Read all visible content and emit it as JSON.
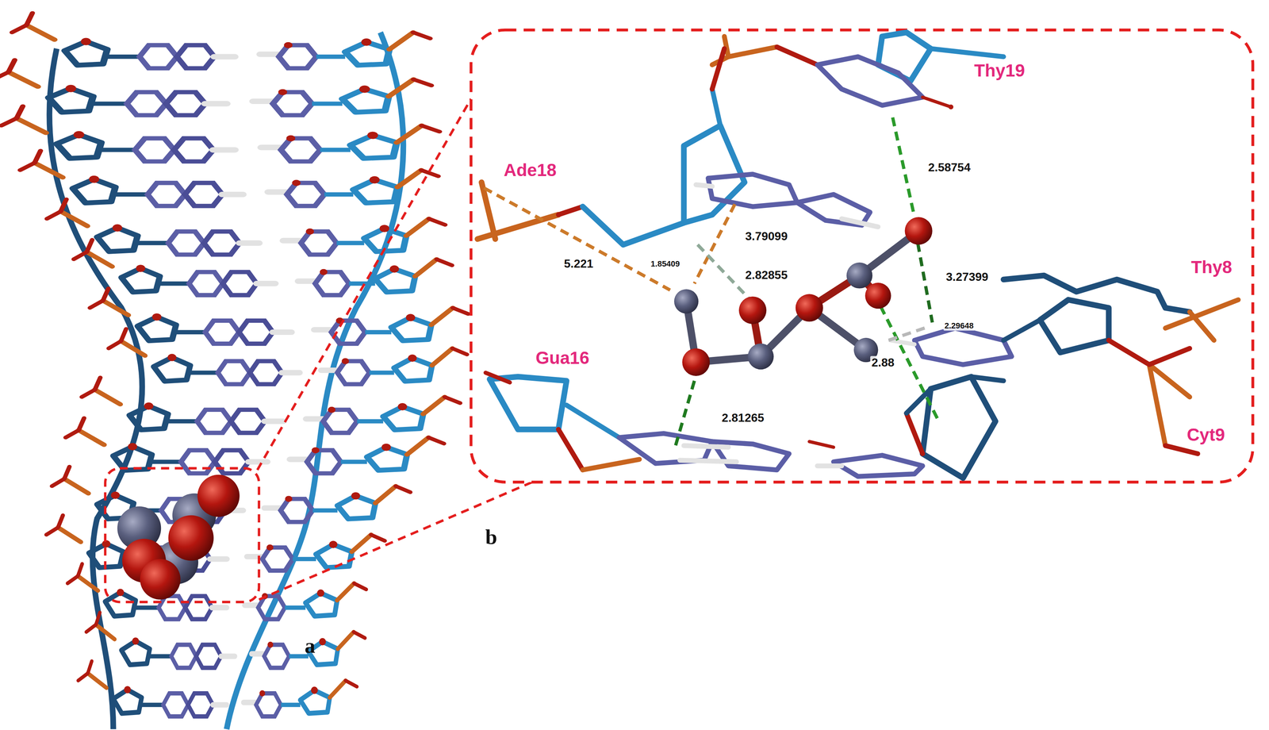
{
  "diagram": {
    "labels": [
      "a",
      "Thy19",
      "2.58754",
      "Ade18",
      "5.221",
      "1.85409",
      "3.79099",
      "2.82855",
      "3.27399",
      "Thy8",
      "2.29648",
      "Gua16",
      "2.88",
      "2.81265",
      "Cyt9",
      "b"
    ]
  }
}
